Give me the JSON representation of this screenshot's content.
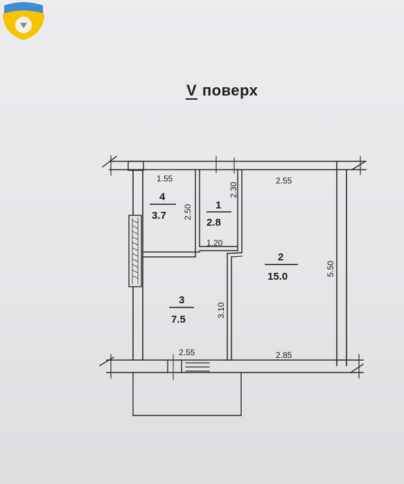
{
  "title": {
    "roman": "V",
    "word": "поверх"
  },
  "rooms": [
    {
      "number": "1",
      "area": "2.8"
    },
    {
      "number": "2",
      "area": "15.0"
    },
    {
      "number": "3",
      "area": "7.5"
    },
    {
      "number": "4",
      "area": "3.7"
    }
  ],
  "dimensions": {
    "room4_width": "1.55",
    "room4_height": "2.50",
    "room1_height": "2.30",
    "room1_width": "1.20",
    "room2_width": "2.55",
    "room2_height": "5.50",
    "room3_height": "3.10",
    "bottom_left_width": "2.55",
    "bottom_right_width": "2.85"
  },
  "colors": {
    "paper": "#e9e8ea",
    "line": "#2a2a2a",
    "logo_yellow": "#f5c400",
    "logo_blue": "#2f7fd3"
  },
  "logo_icon": "logo-badge-icon"
}
